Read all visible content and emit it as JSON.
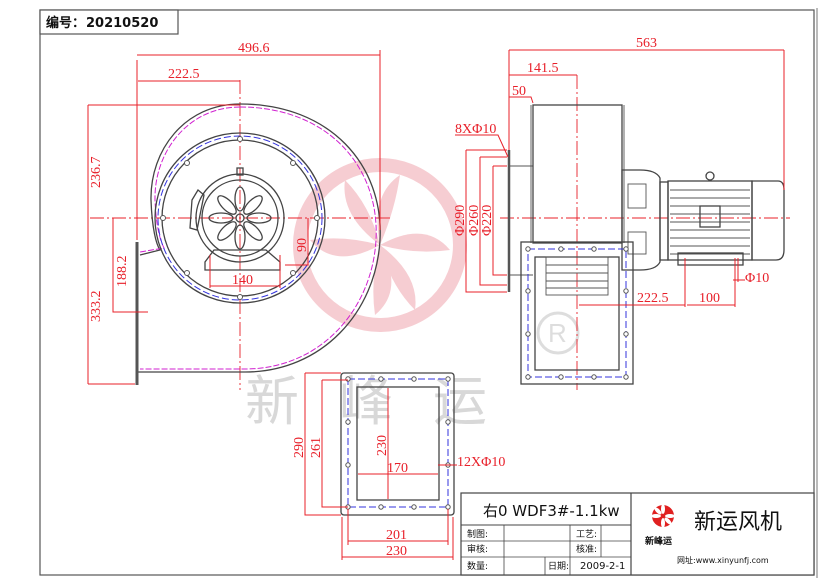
{
  "header": {
    "drawing_no_label": "编号：",
    "drawing_no": "20210520"
  },
  "watermark": {
    "text": "新峰运",
    "registered": "®"
  },
  "front_view": {
    "dims": {
      "overall_width": "496.6",
      "center_offset": "222.5",
      "top_height": "236.7",
      "bottom_height": "333.2",
      "outlet_offset": "188.2",
      "foot_span": "140",
      "foot_height": "90"
    }
  },
  "side_view": {
    "dims": {
      "overall_length": "563",
      "center_to_inlet": "141.5",
      "inlet_depth": "50",
      "inlet_holes": "8XΦ10",
      "d1": "Φ290",
      "d2": "Φ260",
      "d3": "Φ220",
      "foot_offset": "222.5",
      "foot_spacing": "100",
      "foot_hole": "Φ10"
    }
  },
  "outlet_flange": {
    "dims": {
      "outer_height": "290",
      "bolt_height": "261",
      "opening_height": "230",
      "opening_width": "170",
      "holes": "12XΦ10",
      "bolt_width": "201",
      "outer_width": "230"
    }
  },
  "title_block": {
    "model": "右0 WDF3#-1.1kw",
    "drawn_label": "制图:",
    "craft_label": "工艺:",
    "review_label": "审核:",
    "approve_label": "核准:",
    "qty_label": "数量:",
    "date_label": "日期:",
    "date": "2009-2-1",
    "company": "新运风机",
    "logo_text": "新峰运",
    "website": "网址:www.xinyunfj.com"
  },
  "colors": {
    "dimension": "#e8202a",
    "bolt_circle": "#3333dd",
    "scroll": "#d020d0",
    "outline": "#444444"
  }
}
